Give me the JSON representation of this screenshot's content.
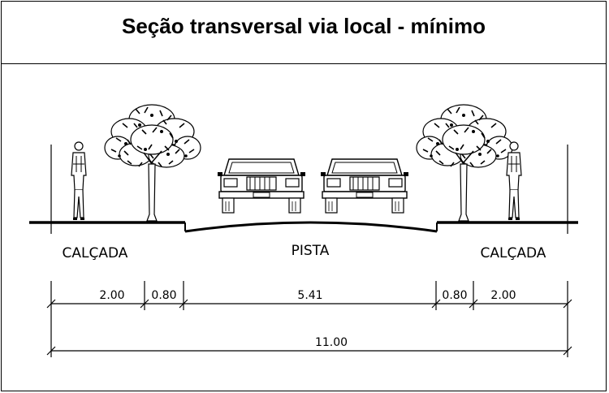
{
  "title": "Seção transversal via local - mínimo",
  "labels": {
    "left_sidewalk": "CALÇADA",
    "road": "PISTA",
    "right_sidewalk": "CALÇADA"
  },
  "dimensions": {
    "segments": [
      "2.00",
      "0.80",
      "5.41",
      "0.80",
      "2.00"
    ],
    "total": "11.00"
  },
  "icons": [
    "pedestrian-icon",
    "tree-icon",
    "car-icon"
  ]
}
